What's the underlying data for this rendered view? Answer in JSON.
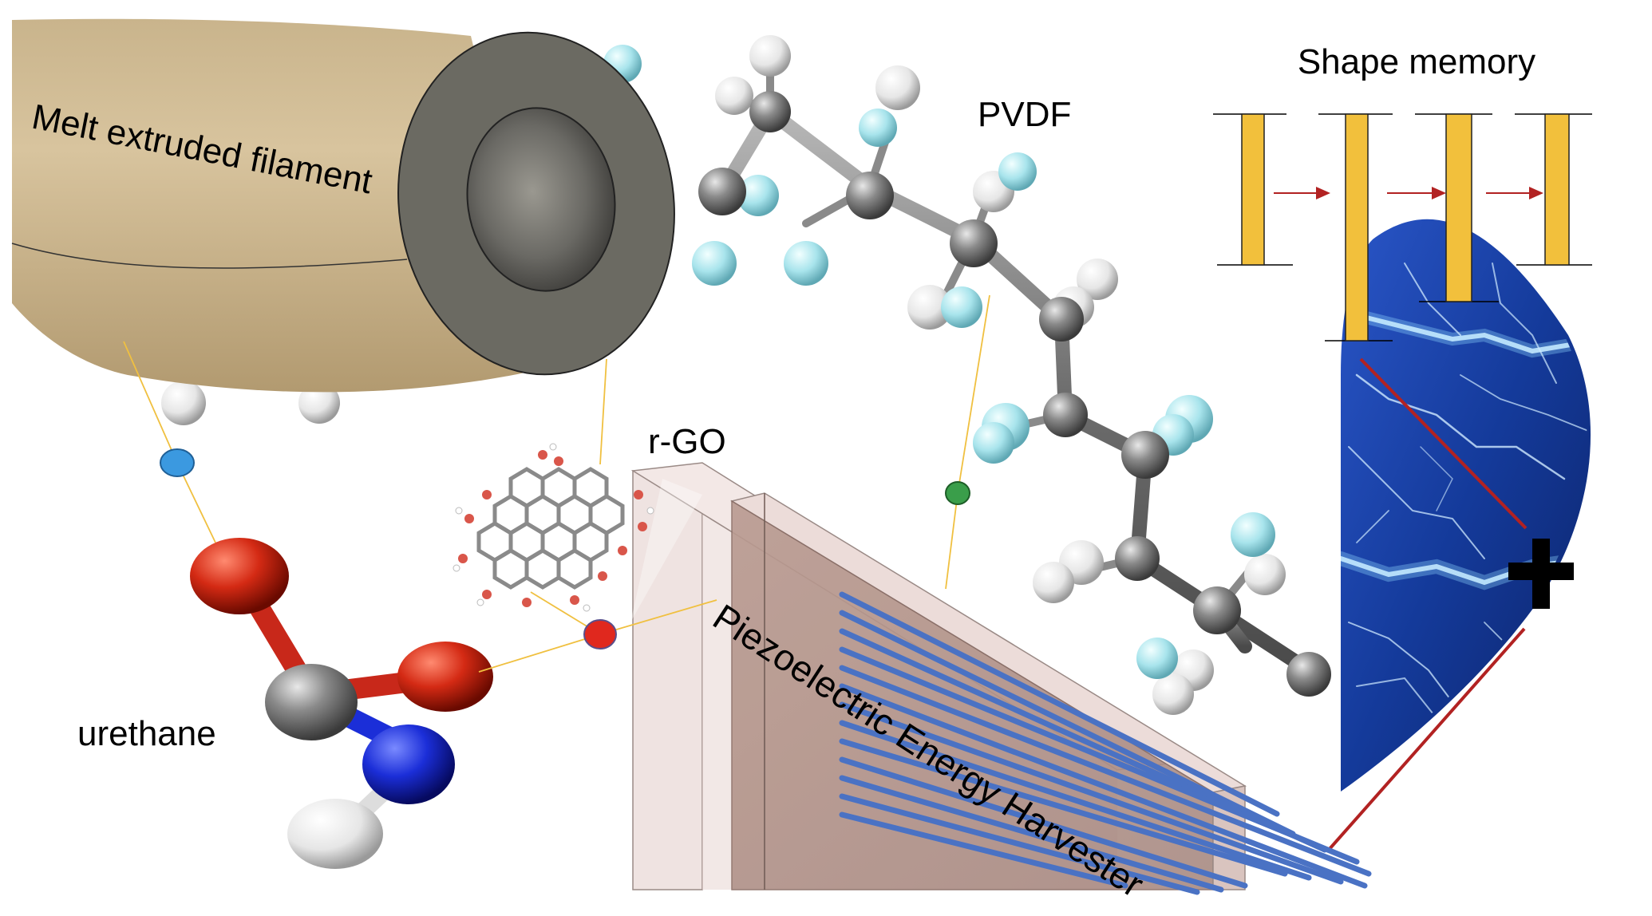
{
  "labels": {
    "filament": "Melt extruded filament",
    "pvdf": "PVDF",
    "shape_memory": "Shape memory",
    "rgo": "r-GO",
    "urethane": "urethane",
    "harvester": "Piezoelectric Energy Harvester"
  },
  "icons": {
    "plus": "plus-icon",
    "lightning": "lightning-icon"
  },
  "colors": {
    "filament": "#d2bd96",
    "filament_end": "#6b6a62",
    "shape_memory_bar": "#f2c03c",
    "arrow": "#b22222",
    "electrode_lines": "#4a72c4",
    "lightning_bg": "#1b3f9e",
    "carbon": "#7a7a7a",
    "hydrogen": "#ffffff",
    "fluorine": "#a8e4ec",
    "oxygen": "#d42a14",
    "nitrogen": "#1b2ed8",
    "connector": "#f0c040",
    "node_blue": "#3b99e0",
    "node_green": "#3a9e4a",
    "node_red": "#e0281e"
  }
}
